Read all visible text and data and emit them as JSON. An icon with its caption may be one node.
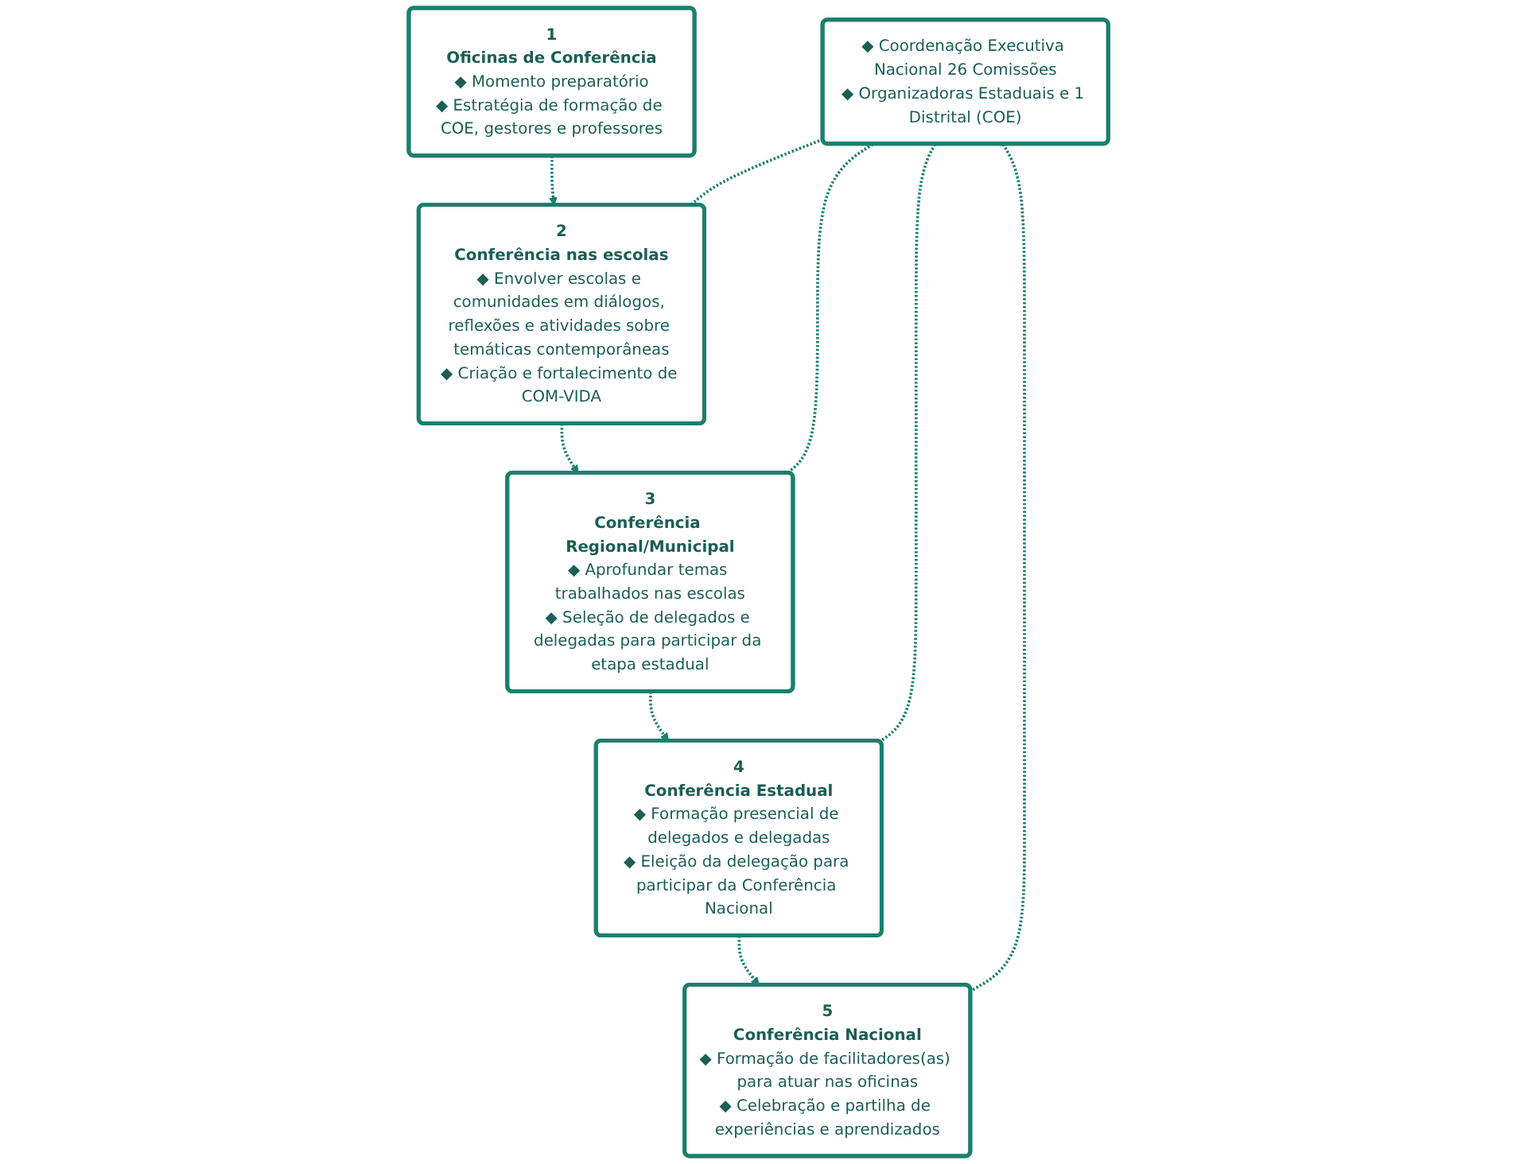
{
  "diagram": {
    "nodes": [
      {
        "text": [
          "1",
          "Oficinas de Conferência",
          "◆ Momento preparatório",
          "◆ Estratégia de formação de COE, gestores e professores"
        ]
      },
      {
        "text": [
          "2",
          "Conferência nas escolas",
          "◆ Envolver escolas e comunidades em diálogos, reflexões e atividades sobre temáticas contemporâneas",
          "◆ Criação e fortalecimento de COM-VIDA"
        ]
      },
      {
        "text": [
          "3",
          "Conferência Regional/Municipal",
          "◆ Aprofundar temas trabalhados nas escolas",
          "◆ Seleção de delegados e delegadas para participar da etapa estadual"
        ]
      },
      {
        "text": [
          "4",
          "Conferência Estadual",
          "◆ Formação presencial de delegados e delegadas",
          "◆ Eleição da delegação para participar da Conferência Nacional"
        ]
      },
      {
        "text": [
          "5",
          "Conferência Nacional",
          "◆ Formação de facilitadores(as) para atuar nas oficinas",
          "◆ Celebração e partilha de experiências e aprendizados"
        ]
      },
      {
        "text": [
          "◆ Coordenação Executiva Nacional 26 Comissões",
          "◆ Organizadoras Estaduais e 1 Distrital (COE)"
        ]
      }
    ],
    "edges": [
      {
        "from": 0,
        "to": 1,
        "arrow": "to",
        "style": "dashed"
      },
      {
        "from": 1,
        "to": 2,
        "arrow": "to",
        "style": "dashed"
      },
      {
        "from": 2,
        "to": 3,
        "arrow": "to",
        "style": "dashed"
      },
      {
        "from": 3,
        "to": 4,
        "arrow": "to",
        "style": "dashed"
      },
      {
        "from": 5,
        "to": 2,
        "arrow": "none",
        "style": "dashed"
      },
      {
        "from": 5,
        "to": 1,
        "arrow": "none",
        "style": "dashed"
      },
      {
        "from": 5,
        "to": 3,
        "arrow": "none",
        "style": "dashed"
      },
      {
        "from": 5,
        "to": 4,
        "arrow": "none",
        "style": "dashed"
      }
    ]
  }
}
